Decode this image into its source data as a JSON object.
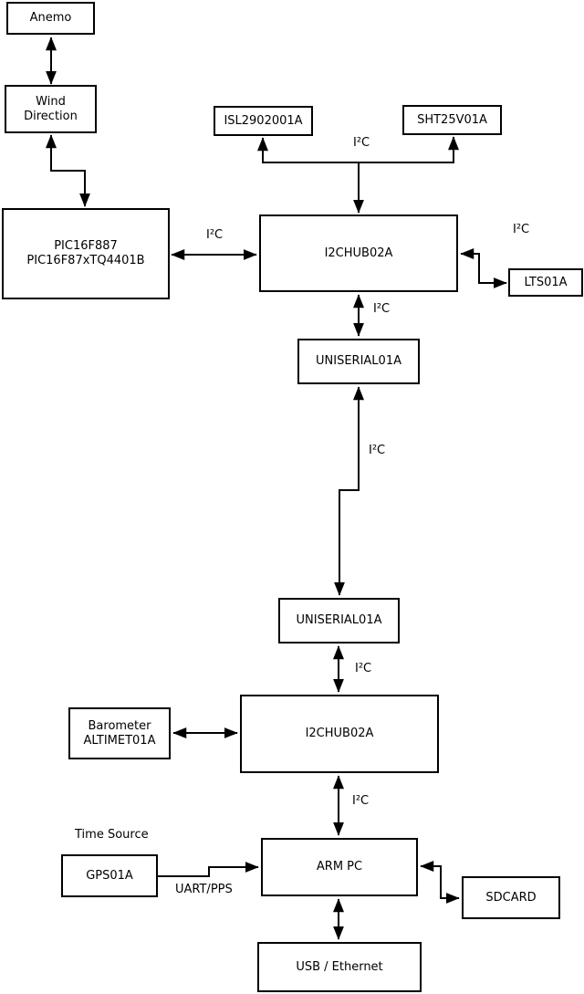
{
  "colors": {
    "background": "#ffffff",
    "box_fill": "#ffffff",
    "line": "#000000",
    "text": "#000000"
  },
  "nodes": {
    "anemo": {
      "label": "Anemo"
    },
    "wind_direction": {
      "label": "Wind\nDirection"
    },
    "pic": {
      "label": "PIC16F887\nPIC16F87xTQ4401B"
    },
    "isl": {
      "label": "ISL2902001A"
    },
    "sht": {
      "label": "SHT25V01A"
    },
    "i2chub_top": {
      "label": "I2CHUB02A"
    },
    "lts": {
      "label": "LTS01A"
    },
    "uniserial_top": {
      "label": "UNISERIAL01A"
    },
    "uniserial_bottom": {
      "label": "UNISERIAL01A"
    },
    "barometer": {
      "label": "Barometer\nALTIMET01A"
    },
    "i2chub_bottom": {
      "label": "I2CHUB02A"
    },
    "arm_pc": {
      "label": "ARM PC"
    },
    "gps": {
      "label": "GPS01A"
    },
    "sdcard": {
      "label": "SDCARD"
    },
    "usb_ethernet": {
      "label": "USB / Ethernet"
    }
  },
  "edge_labels": {
    "i2c_sensor_bus": "I²C",
    "i2c_pic_hub": "I²C",
    "i2c_hub_lts": "I²C",
    "i2c_hub_uniserial": "I²C",
    "i2c_uniserial_link": "I²C",
    "i2c_uniserial_hub2": "I²C",
    "i2c_hub2_arm": "I²C",
    "time_source": "Time Source",
    "uart_pps": "UART/PPS"
  }
}
